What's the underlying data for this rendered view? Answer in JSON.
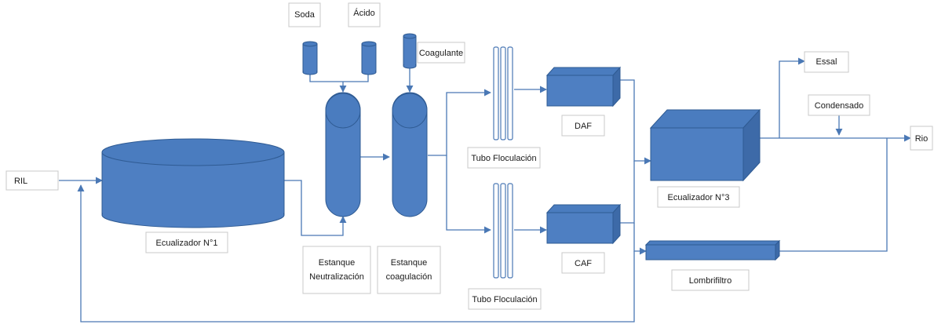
{
  "labels": {
    "ril": "RIL",
    "ecualizador1": "Ecualizador N°1",
    "soda": "Soda",
    "acido": "Ácido",
    "coagulante": "Coagulante",
    "neutralizacion_1": "Estanque",
    "neutralizacion_2": "Neutralización",
    "coagulacion_1": "Estanque",
    "coagulacion_2": "coagulación",
    "tubo_floc_top": "Tubo Floculación",
    "tubo_floc_bottom": "Tubo Floculación",
    "daf": "DAF",
    "caf": "CAF",
    "ecualizador3": "Ecualizador N°3",
    "lombrifiltro": "Lombrifiltro",
    "essal": "Essal",
    "condensado": "Condensado",
    "rio": "Rio"
  },
  "colors": {
    "equipment": "#4e7fc2",
    "equipment_dark": "#3d6aa8",
    "flow_line": "#4a78b5"
  }
}
